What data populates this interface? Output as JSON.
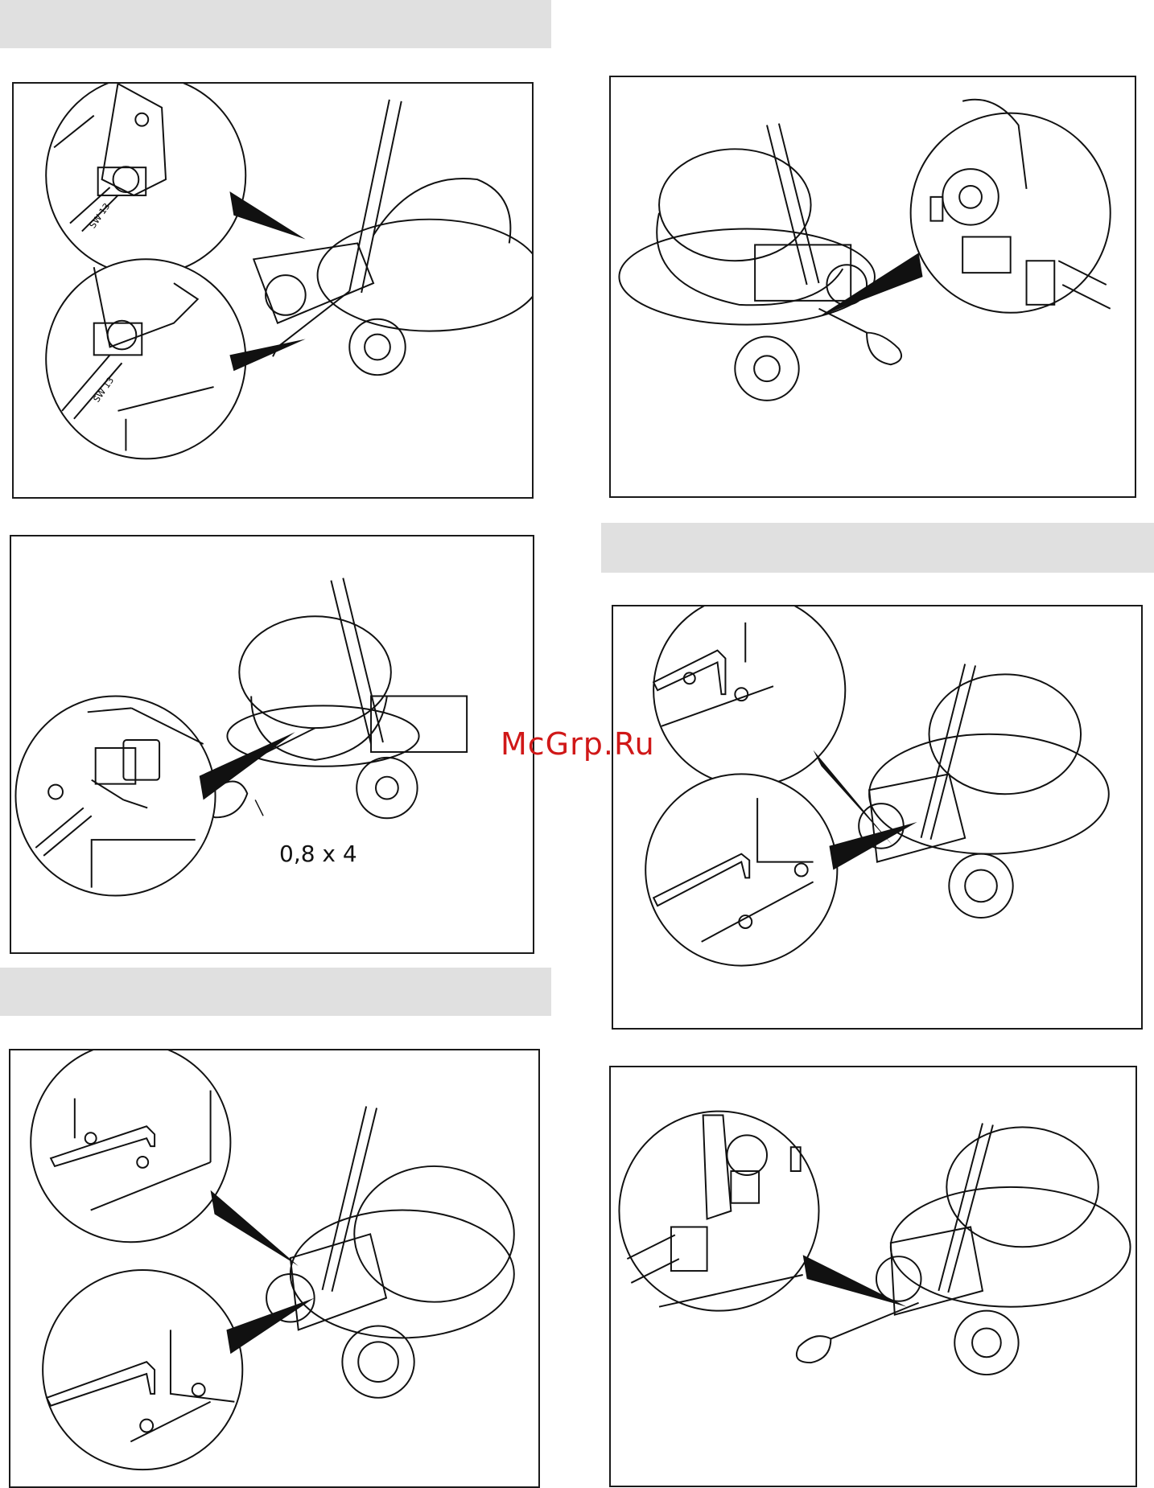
{
  "page": {
    "header_bars": [
      {
        "id": "bar-top-left"
      },
      {
        "id": "bar-mid-right"
      },
      {
        "id": "bar-bottom-left"
      }
    ]
  },
  "panels": [
    {
      "id": "fig-1",
      "callouts": [
        "SW 13",
        "SW 13"
      ]
    },
    {
      "id": "fig-2",
      "label": "0,8 x 4"
    },
    {
      "id": "fig-3"
    },
    {
      "id": "fig-4"
    },
    {
      "id": "fig-5"
    },
    {
      "id": "fig-6"
    }
  ],
  "watermark": {
    "text": "McGrp.Ru",
    "color": "#d01818"
  },
  "icons": [
    "wrench-icon",
    "screwdriver-icon",
    "hex-key-icon",
    "floor-machine-illustration"
  ]
}
